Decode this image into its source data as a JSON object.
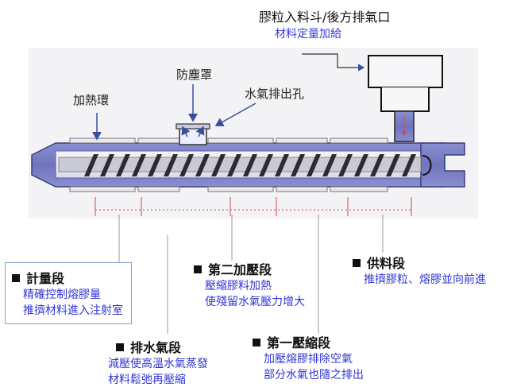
{
  "labels": {
    "hopper_title": "膠粒入料斗/後方排氣口",
    "hopper_sub": "材料定量加給",
    "dust_cover": "防塵罩",
    "vent_hole": "水氣排出孔",
    "heating_ring": "加熱環"
  },
  "sections": {
    "metering": {
      "title": "計量段",
      "lines": [
        "精確控制熔膠量",
        "推擠材料進入注射室"
      ]
    },
    "exhaust": {
      "title": "排水氣段",
      "lines": [
        "減壓使高溫水氣蒸發",
        "材料鬆弛再壓縮"
      ]
    },
    "second_compression": {
      "title": "第二加壓段",
      "lines": [
        "壓縮膠料加熱",
        "使殘留水氣壓力增大"
      ]
    },
    "first_compression": {
      "title": "第一壓縮段",
      "lines": [
        "加壓熔膠排除空氣",
        "部分水氣也隨之排出"
      ]
    },
    "feeding": {
      "title": "供料段",
      "lines": [
        "推擠膠粒、熔膠並向前進"
      ]
    }
  },
  "colors": {
    "barrel_blue": "#7f85c9",
    "barrel_dark": "#5a5fae",
    "heater": "#e2e2ea",
    "accent_text": "#2f35d6"
  }
}
